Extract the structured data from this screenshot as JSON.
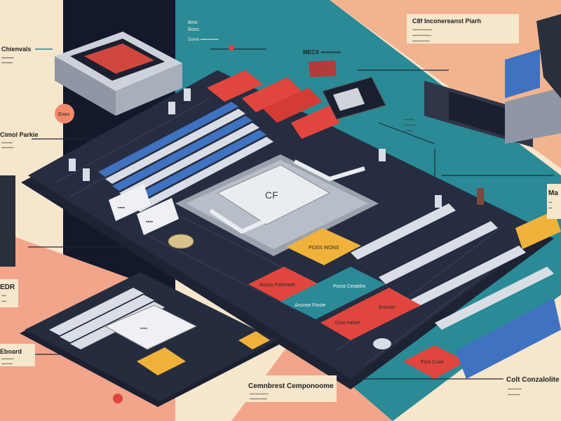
{
  "colors": {
    "cream": "#f6e6cc",
    "navy": "#13182a",
    "teal": "#2a8a96",
    "salmon": "#f2a58a",
    "board": "#22293a",
    "red": "#e0463e",
    "yellow": "#f0b23a",
    "blue": "#3f72c0"
  },
  "callouts": {
    "top_left": {
      "title": "Chienvals",
      "lines": [
        "▪▪▪▪▪▪▪▪▪▪",
        "▪▪▪▪▪▪▪▪▪",
        "▪▪▪▪▪▪▪▪"
      ]
    },
    "top_center_teal": {
      "lines": [
        "Beie",
        "Boos",
        "Dome ▪▪▪▪▪▪▪▪▪▪▪▪"
      ]
    },
    "top_right": {
      "title": "C8f Inconereanst Piarh",
      "lines": [
        "▪▪▪▪▪▪▪▪▪▪▪▪▪▪▪▪",
        "▪▪▪▪▪▪▪▪▪▪▪▪▪▪▪",
        "▪▪▪▪▪▪▪▪▪▪▪▪▪▪"
      ]
    },
    "mid_top_banner": {
      "title": "MECS ▪▪▪▪▪▪▪▪▪▪"
    },
    "left_mid": {
      "title": "Cimol Parkie",
      "lines": [
        "▪▪▪▪▪▪▪▪▪",
        "▪▪▪▪▪▪▪▪▪▪",
        "▪▪▪▪▪▪▪▪"
      ]
    },
    "right_mid": {
      "title": "Ma",
      "lines": [
        "▪▪▪",
        "▪▪▪",
        "▪▪"
      ]
    },
    "left_lower": {
      "title": "EDR",
      "lines": [
        "▪▪▪▪",
        "▪▪▪▪"
      ]
    },
    "left_bottom": {
      "title": "Eboard",
      "lines": [
        "▪▪▪▪▪▪▪▪▪▪",
        "▪▪▪▪▪▪▪▪▪"
      ]
    },
    "bottom_center": {
      "title": "Cemnbrest Cemponoome",
      "lines": [
        "▪▪▪▪▪▪▪▪▪▪▪▪▪▪▪",
        "▪▪▪▪▪▪▪▪▪▪▪▪▪▪"
      ]
    },
    "bottom_right": {
      "title": "Colt Conzalolite C",
      "lines": [
        "▪▪▪▪▪▪▪▪▪▪▪",
        "▪▪▪▪▪▪▪▪▪▪"
      ]
    },
    "pink_dot": "Enes",
    "right_small": {
      "lines": [
        "▪▪▪▪▪▪▪▪",
        "▪▪▪▪▪▪▪▪▪▪",
        "▪▪▪▪▪▪▪"
      ]
    }
  },
  "board_labels": {
    "cpu_plate": "CF",
    "yellow_tile": "POSS INONS",
    "red_tile_1": "Ancas Parkeade",
    "teal_tile_1": "Poost Cetaldre",
    "teal_tile_2": "Ancose Fosite",
    "red_tile_2": "Erocaie",
    "red_tile_3": "Dsta tralaie",
    "red_tile_4": "Fero Cuse",
    "ram_tag_1": "▪▪▪▪",
    "ram_tag_2": "▪▪▪▪",
    "small_cpu": "▪▪▪▪"
  }
}
